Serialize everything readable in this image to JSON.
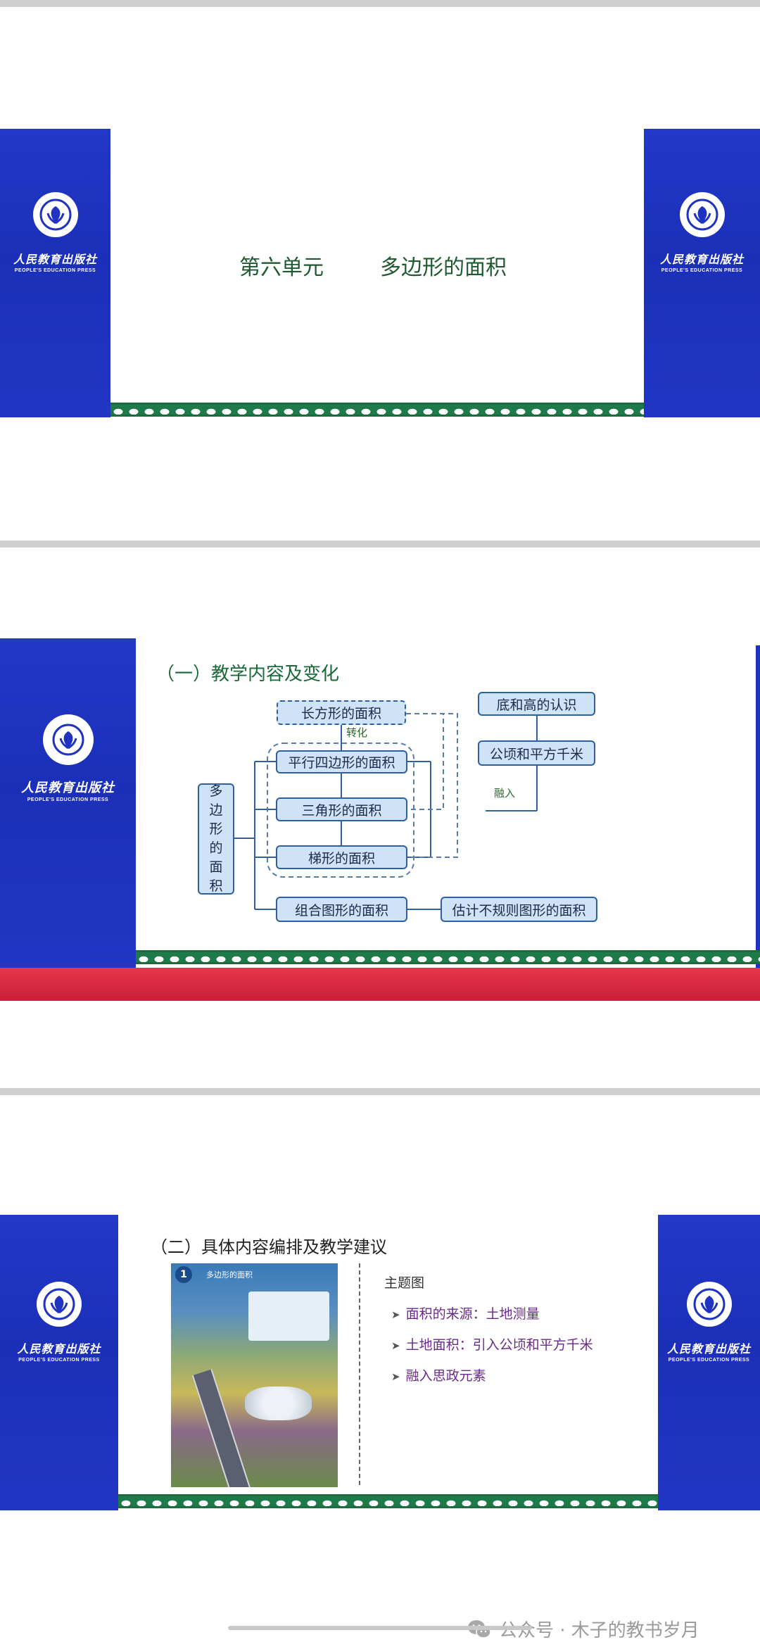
{
  "publisher": {
    "name_cn": "人民教育出版社",
    "name_en": "PEOPLE'S EDUCATION PRESS"
  },
  "slide1": {
    "unit": "第六单元",
    "title": "多边形的面积"
  },
  "slide2": {
    "heading": "（一）教学内容及变化",
    "root_chars": [
      "多",
      "边",
      "形",
      "的",
      "面",
      "积"
    ],
    "nodes": {
      "rectangle": "长方形的面积",
      "parallelogram": "平行四边形的面积",
      "triangle": "三角形的面积",
      "trapezoid": "梯形的面积",
      "composite": "组合图形的面积",
      "irregular": "估计不规则图形的面积",
      "base_height": "底和高的认识",
      "hectare": "公顷和平方千米"
    },
    "label_transform": "转化",
    "label_merge": "融入"
  },
  "slide3": {
    "heading": "（二）具体内容编排及教学建议",
    "book_badge": "1",
    "book_header": "多边形的面积",
    "theme": "主题图",
    "bullets": [
      "面积的来源：土地测量",
      "土地面积：引入公顷和平方千米",
      "融入思政元素"
    ]
  },
  "footer": {
    "account": "公众号 · 木子的教书岁月"
  },
  "colors": {
    "panel_blue": "#1f33c0",
    "border_green": "#1f7a4a",
    "node_fill": "#cfe3f8",
    "bullet_purple": "#6a2a8a",
    "heading_green": "#1a6a3a"
  }
}
